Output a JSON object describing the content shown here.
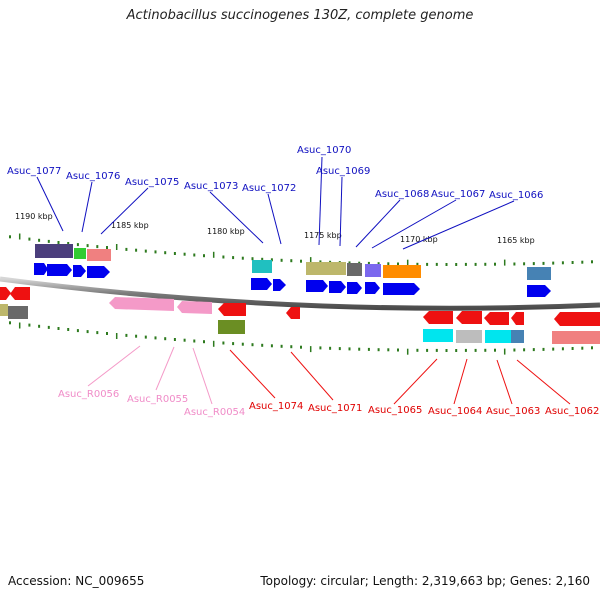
{
  "title": "Actinobacillus succinogenes 130Z, complete genome",
  "footer": {
    "accession": "Accession: NC_009655",
    "summary": "Topology: circular; Length: 2,319,663 bp; Genes: 2,160"
  },
  "colors": {
    "backbone": "#808080",
    "tick": "#2d7a1e",
    "forward_label": "#1010c0",
    "reverse_label": "#e00000",
    "rna_label": "#f08cc8"
  },
  "kbp_markers": [
    "1190 kbp",
    "1185 kbp",
    "1180 kbp",
    "1175 kbp",
    "1170 kbp",
    "1165 kbp"
  ],
  "upper_labels": [
    "Asuc_1077",
    "Asuc_1076",
    "Asuc_1075",
    "Asuc_1073",
    "Asuc_1072",
    "Asuc_1070",
    "Asuc_1069",
    "Asuc_1068",
    "Asuc_1067",
    "Asuc_1066"
  ],
  "lower_labels": [
    "Asuc_R0056",
    "Asuc_R0055",
    "Asuc_R0054",
    "Asuc_1074",
    "Asuc_1071",
    "Asuc_1065",
    "Asuc_1064",
    "Asuc_1063",
    "Asuc_1062"
  ]
}
